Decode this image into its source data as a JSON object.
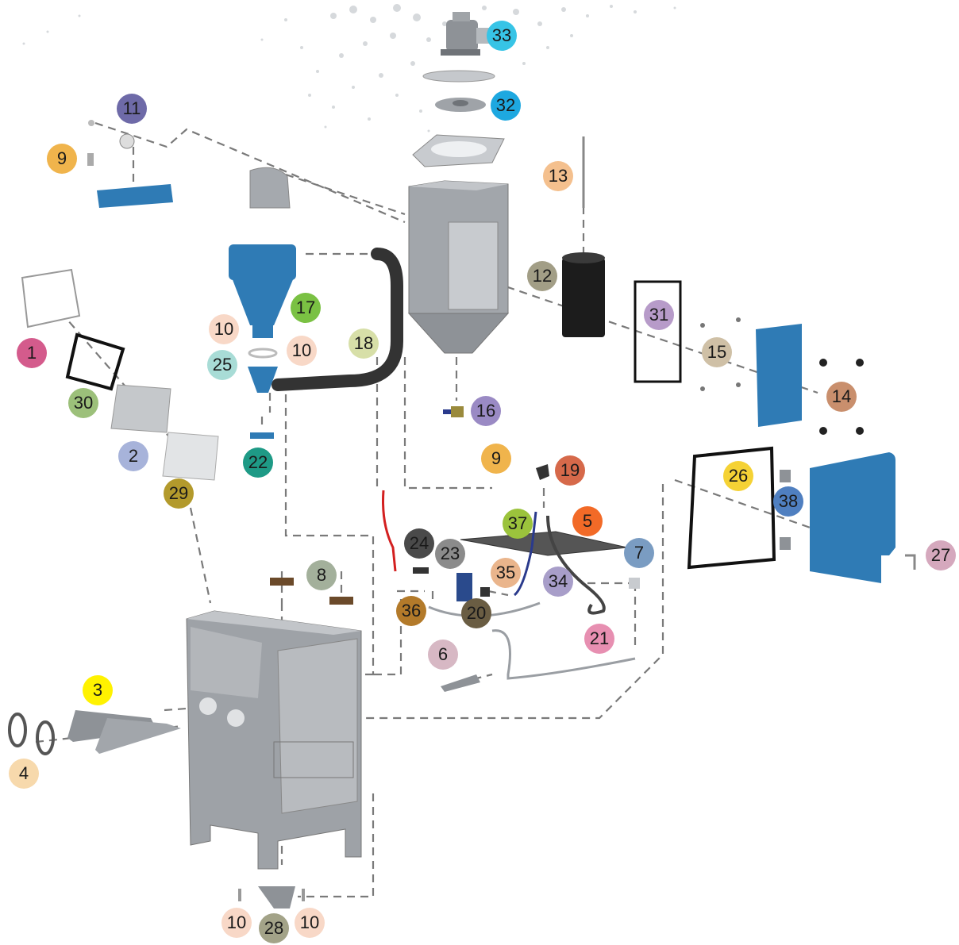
{
  "colors": {
    "steel": "#9a9ea3",
    "steel_dark": "#6f7378",
    "steel_light": "#c8cbcf",
    "blue_part": "#2f7bb5",
    "black_part": "#1c1c1c",
    "dash": "#777777"
  },
  "callouts": [
    {
      "id": "c1",
      "label": "1",
      "color": "#d45b8c"
    },
    {
      "id": "c2",
      "label": "2",
      "color": "#a7b3da"
    },
    {
      "id": "c3",
      "label": "3",
      "color": "#fff200"
    },
    {
      "id": "c4",
      "label": "4",
      "color": "#f7d9ac"
    },
    {
      "id": "c5",
      "label": "5",
      "color": "#f26a27"
    },
    {
      "id": "c6",
      "label": "6",
      "color": "#d7b8c4"
    },
    {
      "id": "c7",
      "label": "7",
      "color": "#7a9cc2"
    },
    {
      "id": "c8",
      "label": "8",
      "color": "#a3b09b"
    },
    {
      "id": "c9a",
      "label": "9",
      "color": "#f0b44c"
    },
    {
      "id": "c9b",
      "label": "9",
      "color": "#f0b44c"
    },
    {
      "id": "c10a",
      "label": "10",
      "color": "#f8d8c7"
    },
    {
      "id": "c10b",
      "label": "10",
      "color": "#f8d8c7"
    },
    {
      "id": "c10c",
      "label": "10",
      "color": "#f8d8c7"
    },
    {
      "id": "c10d",
      "label": "10",
      "color": "#f8d8c7"
    },
    {
      "id": "c11",
      "label": "11",
      "color": "#6e6aa8"
    },
    {
      "id": "c12",
      "label": "12",
      "color": "#a29e86"
    },
    {
      "id": "c13",
      "label": "13",
      "color": "#f4c08e"
    },
    {
      "id": "c14",
      "label": "14",
      "color": "#c98f6d"
    },
    {
      "id": "c15",
      "label": "15",
      "color": "#cfc0a6"
    },
    {
      "id": "c16",
      "label": "16",
      "color": "#9a8ac4"
    },
    {
      "id": "c17",
      "label": "17",
      "color": "#7ac143"
    },
    {
      "id": "c18",
      "label": "18",
      "color": "#d7dfa8"
    },
    {
      "id": "c19",
      "label": "19",
      "color": "#d6694a"
    },
    {
      "id": "c20",
      "label": "20",
      "color": "#6a5d43"
    },
    {
      "id": "c21",
      "label": "21",
      "color": "#e78fb1"
    },
    {
      "id": "c22",
      "label": "22",
      "color": "#1e9a86"
    },
    {
      "id": "c23",
      "label": "23",
      "color": "#8b8b8b"
    },
    {
      "id": "c24",
      "label": "24",
      "color": "#4a4a4a"
    },
    {
      "id": "c25",
      "label": "25",
      "color": "#a8dcd6"
    },
    {
      "id": "c26",
      "label": "26",
      "color": "#f5d235"
    },
    {
      "id": "c27",
      "label": "27",
      "color": "#d5a8bd"
    },
    {
      "id": "c28",
      "label": "28",
      "color": "#a3a388"
    },
    {
      "id": "c29",
      "label": "29",
      "color": "#b39a2c"
    },
    {
      "id": "c30",
      "label": "30",
      "color": "#9cc07a"
    },
    {
      "id": "c31",
      "label": "31",
      "color": "#b79bc9"
    },
    {
      "id": "c32",
      "label": "32",
      "color": "#1ea8e0"
    },
    {
      "id": "c33",
      "label": "33",
      "color": "#37c4e6"
    },
    {
      "id": "c34",
      "label": "34",
      "color": "#a89ec9"
    },
    {
      "id": "c35",
      "label": "35",
      "color": "#eab58c"
    },
    {
      "id": "c36",
      "label": "36",
      "color": "#b37a2a"
    },
    {
      "id": "c37",
      "label": "37",
      "color": "#9bc33c"
    },
    {
      "id": "c38",
      "label": "38",
      "color": "#4f7fc0"
    }
  ]
}
